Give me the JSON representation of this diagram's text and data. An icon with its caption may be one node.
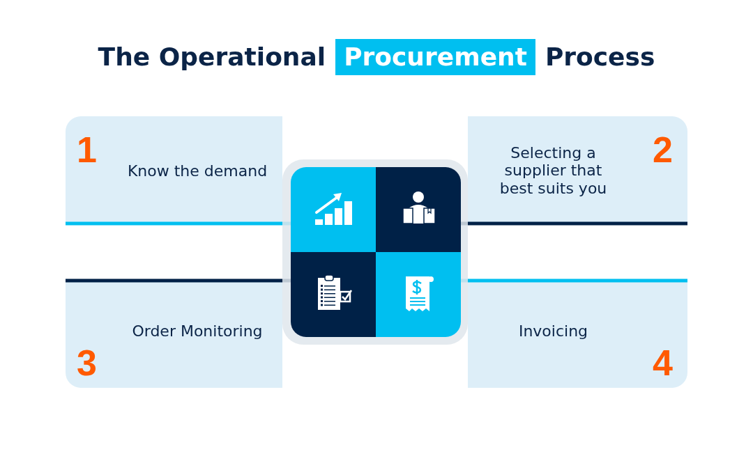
{
  "diagram": {
    "nodes": [
      {
        "text": [
          "1",
          "Know the demand"
        ]
      },
      {
        "text": [
          "2",
          "Selecting a supplier that best suits you"
        ]
      },
      {
        "text": [
          "3",
          "Order Monitoring"
        ]
      },
      {
        "text": [
          "4",
          "Invoicing"
        ]
      },
      {
        "text": [],
        "shape": "box"
      },
      {
        "text": [],
        "shape": "box"
      },
      {
        "text": [],
        "shape": "box"
      },
      {
        "text": [],
        "shape": "box"
      }
    ],
    "edges": [
      {
        "from": 0,
        "to": 4,
        "arrow": "none",
        "color": "#00bff0"
      },
      {
        "from": 1,
        "to": 5,
        "arrow": "none",
        "color": "#002147"
      },
      {
        "from": 2,
        "to": 6,
        "arrow": "none",
        "color": "#002147"
      },
      {
        "from": 3,
        "to": 7,
        "arrow": "none",
        "color": "#00bff0"
      }
    ],
    "labels": [
      "The Operational",
      "Procurement",
      "Process"
    ]
  }
}
